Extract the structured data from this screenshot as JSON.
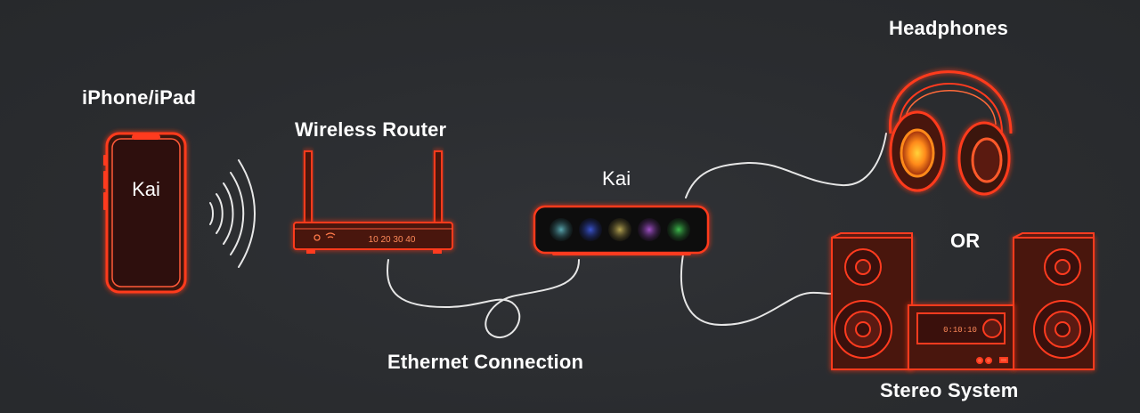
{
  "labels": {
    "iphone": "iPhone/iPad",
    "phone_screen": "Kai",
    "router": "Wireless Router",
    "router_ports": "10 20 30 40",
    "kai": "Kai",
    "headphones": "Headphones",
    "or": "OR",
    "ethernet": "Ethernet Connection",
    "stereo": "Stereo System",
    "stereo_display": "0:10:10"
  },
  "colors": {
    "background": "#2b2d30",
    "device_outline": "#ff3b1f",
    "device_fill": "#3a1210",
    "cable": "#e8e8e8",
    "led_1": "#3f7e86",
    "led_2": "#2a3fa0",
    "led_3": "#8a7d3c",
    "led_4": "#7a3b9a",
    "led_5": "#2f8d3a"
  },
  "icons": {
    "phone": "smartphone-icon",
    "wifi": "wifi-signal-icon",
    "router": "router-icon",
    "kai": "kai-box-icon",
    "headphones": "headphones-icon",
    "stereo": "stereo-speakers-icon"
  }
}
